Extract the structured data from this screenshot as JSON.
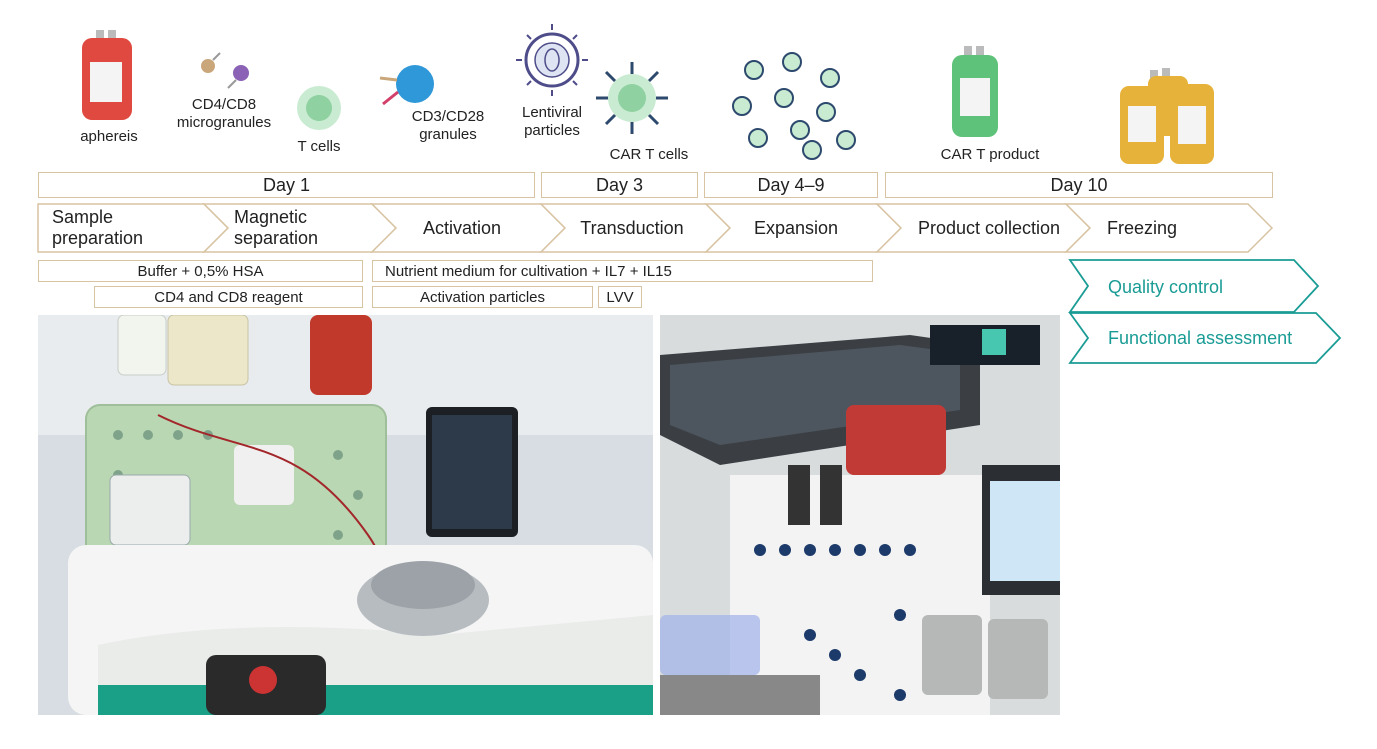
{
  "illustrations": {
    "apheresis": "aphereis",
    "microgranules": "CD4/CD8\nmicrogranules",
    "tcells": "T cells",
    "cd3cd28": "CD3/CD28\ngranules",
    "lentiviral": "Lentiviral\nparticles",
    "cart_cells": "CAR T cells",
    "cart_product": "CAR T product"
  },
  "days": [
    "Day 1",
    "Day 3",
    "Day 4–9",
    "Day 10"
  ],
  "steps": [
    "Sample\npreparation",
    "Magnetic\nseparation",
    "Activation",
    "Transduction",
    "Expansion",
    "Product collection",
    "Freezing"
  ],
  "reagents": {
    "buffer": "Buffer + 0,5% HSA",
    "cd4cd8": "CD4 and CD8 reagent",
    "medium": "Nutrient medium for cultivation + IL7 + IL15",
    "activation": "Activation particles",
    "lvv": "LVV"
  },
  "qc": {
    "quality": "Quality control",
    "functional": "Functional assessment"
  },
  "colors": {
    "border": "#d8c3a2",
    "teal": "#1a9c95",
    "bag_red": "#e0493f",
    "bag_green": "#5fc27a",
    "bag_yellow": "#e6b23a",
    "cell_green": "#8fd1a0"
  }
}
